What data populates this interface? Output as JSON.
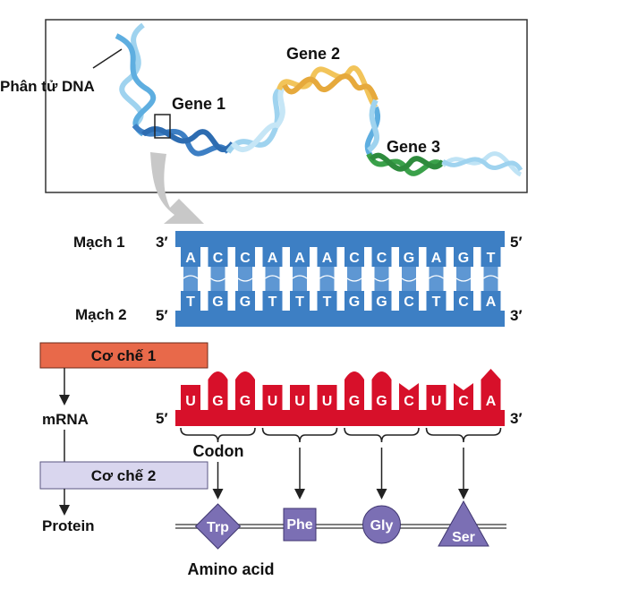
{
  "dna_panel": {
    "molecule_label": "Phân tử DNA",
    "gene_labels": [
      "Gene 1",
      "Gene 2",
      "Gene 3"
    ]
  },
  "dna_strands": {
    "strand1_label": "Mạch 1",
    "strand2_label": "Mạch 2",
    "strand1_end_left": "3′",
    "strand1_end_right": "5′",
    "strand2_end_left": "5′",
    "strand2_end_right": "3′",
    "strand1_bases": [
      "A",
      "C",
      "C",
      "A",
      "A",
      "A",
      "C",
      "C",
      "G",
      "A",
      "G",
      "T"
    ],
    "strand2_bases": [
      "T",
      "G",
      "G",
      "T",
      "T",
      "T",
      "G",
      "G",
      "C",
      "T",
      "C",
      "A"
    ]
  },
  "mechanisms": {
    "mechanism1_label": "Cơ chế 1",
    "mechanism2_label": "Cơ chế 2",
    "mrna_label": "mRNA",
    "protein_label": "Protein"
  },
  "mrna": {
    "end_left": "5′",
    "end_right": "3′",
    "bases": [
      "U",
      "G",
      "G",
      "U",
      "U",
      "U",
      "G",
      "G",
      "C",
      "U",
      "C",
      "A"
    ],
    "codon_label": "Codon"
  },
  "amino_acids": {
    "items": [
      {
        "name": "Trp",
        "shape": "diamond"
      },
      {
        "name": "Phe",
        "shape": "square"
      },
      {
        "name": "Gly",
        "shape": "circle"
      },
      {
        "name": "Ser",
        "shape": "triangle"
      }
    ],
    "caption": "Amino acid"
  },
  "colors": {
    "dna_blue": "#3d7fc4",
    "dna_light": "#9fd3ef",
    "gene2_yellow": "#f2c45a",
    "gene3_green": "#3aa14a",
    "mrna_red": "#d7102a",
    "mechanism1_fill": "#e8694a",
    "mechanism2_fill": "#d9d6ee",
    "amino_purple": "#7b6fb4"
  }
}
